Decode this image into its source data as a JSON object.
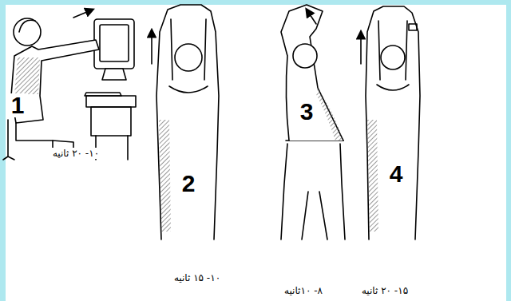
{
  "diagram": {
    "labels": [
      "1",
      "2",
      "3",
      "4",
      "۱۰- ۲۰ ثانیه",
      "۱۰- ۱۵ ثانیه",
      "۸- ۱۰ثانیه",
      "۱۵- ۲۰ ثانیه"
    ]
  }
}
